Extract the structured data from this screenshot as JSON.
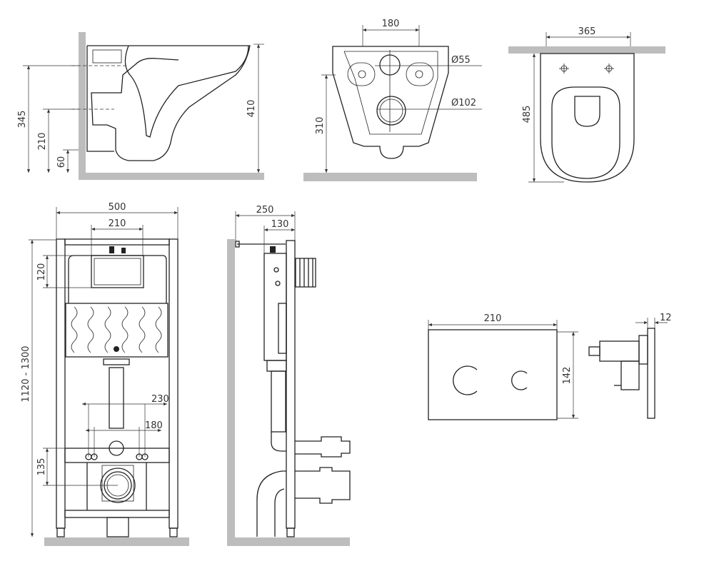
{
  "views": {
    "toilet_side": {
      "dims": {
        "total_height": "345",
        "outlet_height": "210",
        "bottom_gap": "60",
        "top_height": "410"
      }
    },
    "toilet_back": {
      "dims": {
        "bolt_spacing": "180",
        "inlet_diameter": "Ø55",
        "outlet_diameter": "Ø102",
        "bolt_height": "310"
      }
    },
    "toilet_top": {
      "dims": {
        "width": "365",
        "length": "485"
      }
    },
    "frame_front": {
      "dims": {
        "width": "500",
        "window_width": "210",
        "window_height": "120",
        "height_range": "1120 - 1300",
        "stud_spacing_outer": "230",
        "stud_spacing_inner": "180",
        "outlet_height": "135"
      }
    },
    "frame_side": {
      "dims": {
        "depth": "250",
        "tank_depth": "130"
      }
    },
    "flush_plate": {
      "dims": {
        "width": "210",
        "height": "142",
        "thickness": "12"
      }
    }
  },
  "colors": {
    "line": "#222222",
    "ground": "#bdbdbd"
  }
}
